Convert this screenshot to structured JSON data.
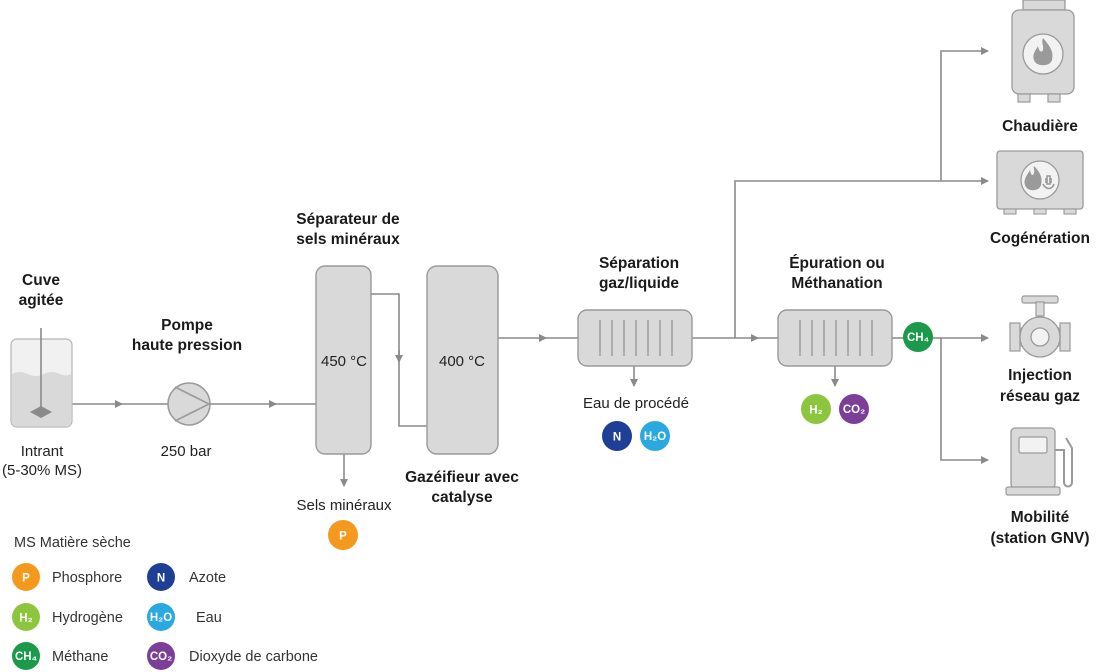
{
  "labels": {
    "cuve_l1": "Cuve",
    "cuve_l2": "agitée",
    "intrant_l1": "Intrant",
    "intrant_l2": "(5-30% MS)",
    "pompe_l1": "Pompe",
    "pompe_l2": "haute pression",
    "pressure": "250 bar",
    "separateur_l1": "Séparateur de",
    "separateur_l2": "sels minéraux",
    "separateur_temp": "450 °C",
    "gazeifieur_temp": "400 °C",
    "gazeifieur_l1": "Gazéifieur avec",
    "gazeifieur_l2": "catalyse",
    "sels_mineraux": "Sels minéraux",
    "separation_l1": "Séparation",
    "separation_l2": "gaz/liquide",
    "eau_procede": "Eau de procédé",
    "epuration_l1": "Épuration ou",
    "epuration_l2": "Méthanation",
    "chaudiere": "Chaudière",
    "cogeneration": "Cogénération",
    "injection_l1": "Injection",
    "injection_l2": "réseau gaz",
    "mobilite_l1": "Mobilité",
    "mobilite_l2": "(station GNV)"
  },
  "badges": {
    "P": "P",
    "N": "N",
    "H2O": "H₂O",
    "H2": "H₂",
    "CO2": "CO₂",
    "CH4": "CH₄"
  },
  "legend": {
    "title": "MS Matière sèche",
    "items": [
      {
        "badge": "P",
        "label": "Phosphore"
      },
      {
        "badge": "N",
        "label": "Azote"
      },
      {
        "badge": "H₂",
        "label": "Hydrogène"
      },
      {
        "badge": "H₂O",
        "label": "Eau"
      },
      {
        "badge": "CH₄",
        "label": "Méthane"
      },
      {
        "badge": "CO₂",
        "label": "Dioxyde de carbone"
      }
    ]
  },
  "colors": {
    "P": "#f39a1e",
    "N": "#1f3f97",
    "H2O": "#2aa8e0",
    "H2": "#8cc63f",
    "CO2": "#7b3f98",
    "CH4": "#1a9a4a",
    "equipment": "#d9d9d9",
    "equipment_stroke": "#9a9a9a",
    "line": "#8a8a8a"
  }
}
